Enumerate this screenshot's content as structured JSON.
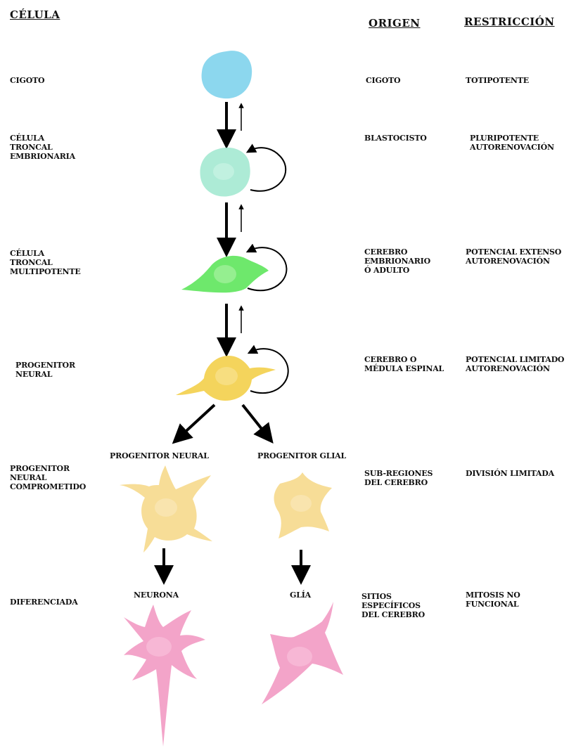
{
  "headers": {
    "cell": "CÉLULA",
    "origin": "ORIGEN",
    "restriction": "RESTRICCIÓN"
  },
  "rows": [
    {
      "cell": "CIGOTO",
      "origin": "CIGOTO",
      "restriction": "TOTIPOTENTE"
    },
    {
      "cell": "CÉLULA\nTRONCAL\nEMBRIONARIA",
      "origin": "BLASTOCISTO",
      "restriction": "PLURIPOTENTE\nAUTORENOVACIÓN"
    },
    {
      "cell": "CÉLULA\nTRONCAL\nMULTIPOTENTE",
      "origin": "CEREBRO\nEMBRIONARIO\nÓ ADULTO",
      "restriction": "POTENCIAL EXTENSO\nAUTORENOVACIÓN"
    },
    {
      "cell": "PROGENITOR\nNEURAL",
      "origin": "CEREBRO O\nMÉDULA ESPINAL",
      "restriction": "POTENCIAL LIMITADO\nAUTORENOVACIÓN"
    },
    {
      "cell": "PROGENITOR\nNEURAL\nCOMPROMETIDO",
      "origin": "SUB-REGIONES\nDEL CEREBRO",
      "restriction": "DIVISIÓN LIMITADA"
    },
    {
      "cell": "DIFERENCIADA",
      "origin": "SITIOS\nESPECÍFICOS\nDEL CEREBRO",
      "restriction": "MITOSIS NO\nFUNCIONAL"
    }
  ],
  "branch_labels": {
    "neural_progenitor": "PROGENITOR NEURAL",
    "glial_progenitor": "PROGENITOR GLIAL",
    "neuron": "NEURONA",
    "glia": "GLÍA"
  },
  "colors": {
    "zygote": "#7fd3ec",
    "embryonic_stem": "#9fe8cf",
    "multipotent_stem": "#5ee65c",
    "neural_progenitor": "#f3cf4a",
    "committed_progenitor": "#f6d98c",
    "differentiated": "#f29cc4"
  },
  "icons": [
    "down-arrow-icon",
    "up-arrow-icon",
    "self-renewal-arrow-icon",
    "branch-arrow-icon"
  ]
}
